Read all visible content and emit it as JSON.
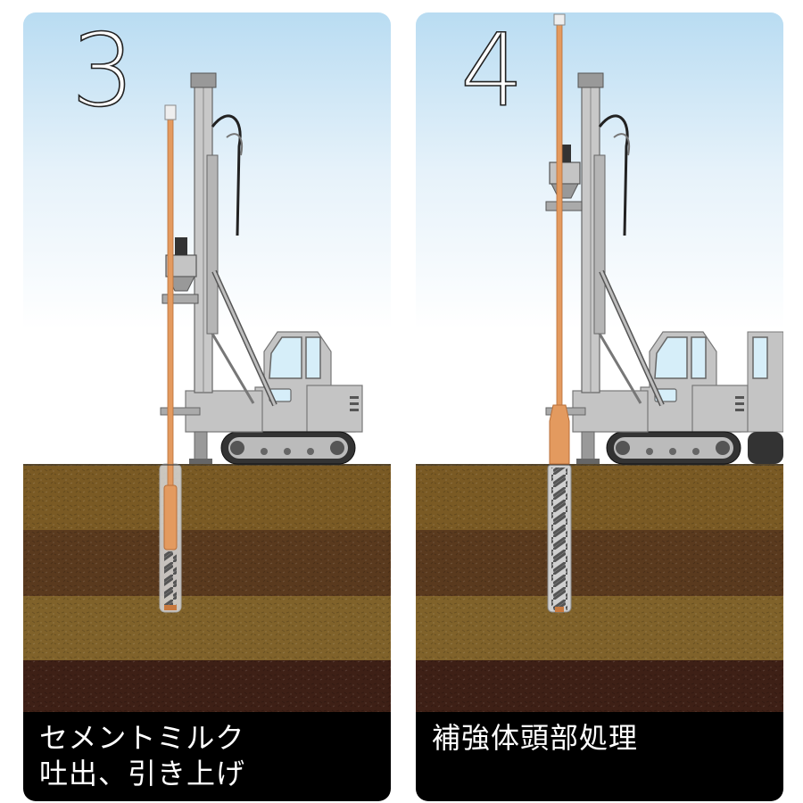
{
  "panels": [
    {
      "step": "3",
      "caption_lines": [
        "セメントミルク",
        "吐出、引き上げ"
      ]
    },
    {
      "step": "4",
      "caption_lines": [
        "補強体頭部処理",
        ""
      ]
    }
  ],
  "colors": {
    "sky_top": "#b9dcf2",
    "sky_bottom": "#ffffff",
    "soil_layer_1": "#7a5a24",
    "soil_layer_2": "#5a3a1e",
    "soil_layer_3": "#80622a",
    "soil_layer_4": "#3e2016",
    "machine_gray": "#c4c4c4",
    "pipe_orange": "#e39a5f",
    "caption_bg": "#000000"
  }
}
